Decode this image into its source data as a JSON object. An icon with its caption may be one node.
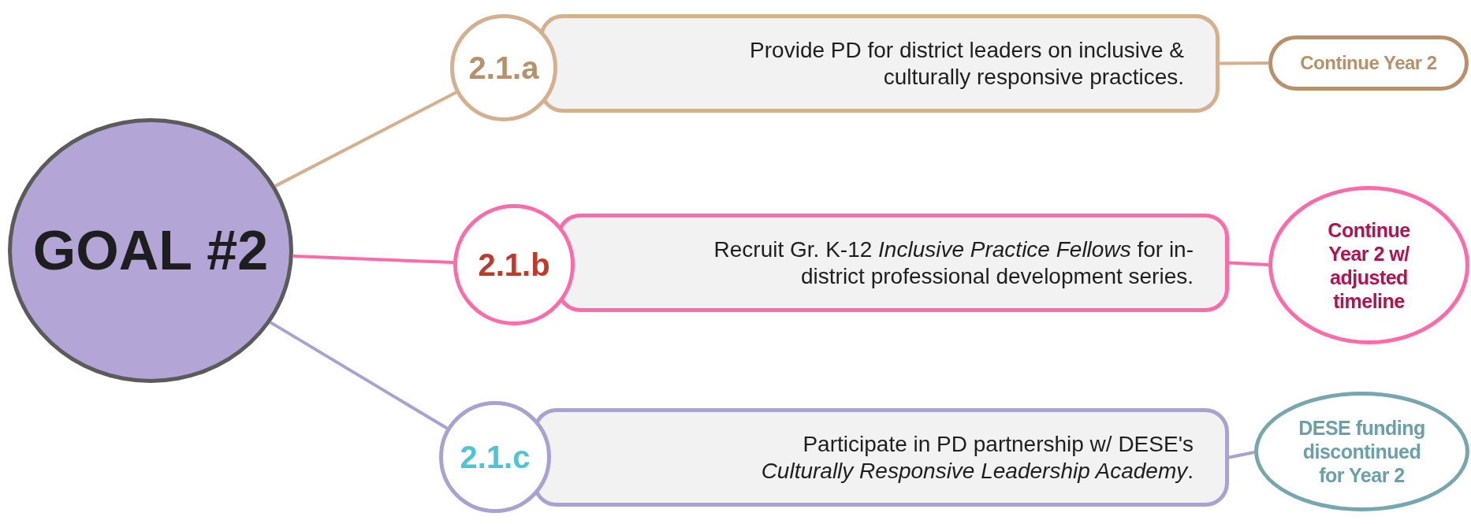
{
  "diagram": {
    "nodes": [
      {
        "text": [
          "GOAL #2"
        ]
      },
      {
        "text": [
          "2.1.a"
        ]
      },
      {
        "text": [
          "Provide PD for district leaders on inclusive & culturally responsive practices."
        ]
      },
      {
        "text": [
          "Continue Year 2"
        ]
      },
      {
        "text": [
          "2.1.b"
        ]
      },
      {
        "text": [
          "Recruit Gr. K-12 *Inclusive Practice Fellows* for in-district professional development series."
        ]
      },
      {
        "text": [
          "Continue Year 2 w/ adjusted timeline"
        ]
      },
      {
        "text": [
          "2.1.c"
        ]
      },
      {
        "text": [
          "Participate in PD partnership w/ DESE's *Culturally Responsive Leadership Academy*."
        ]
      },
      {
        "text": [
          "DESE funding discontinued for Year 2"
        ]
      }
    ],
    "edges": [
      {
        "from": 0,
        "to": 1,
        "arrow": "none",
        "color": "#d4b08f"
      },
      {
        "from": 2,
        "to": 3,
        "arrow": "none",
        "color": "#d4b08f"
      },
      {
        "from": 0,
        "to": 4,
        "arrow": "none",
        "color": "#ff6aa8"
      },
      {
        "from": 5,
        "to": 6,
        "arrow": "none",
        "color": "#ff6aa8"
      },
      {
        "from": 0,
        "to": 7,
        "arrow": "none",
        "color": "#a8a2d2"
      },
      {
        "from": 8,
        "to": 9,
        "arrow": "none",
        "color": "#a8a2d2"
      }
    ]
  }
}
